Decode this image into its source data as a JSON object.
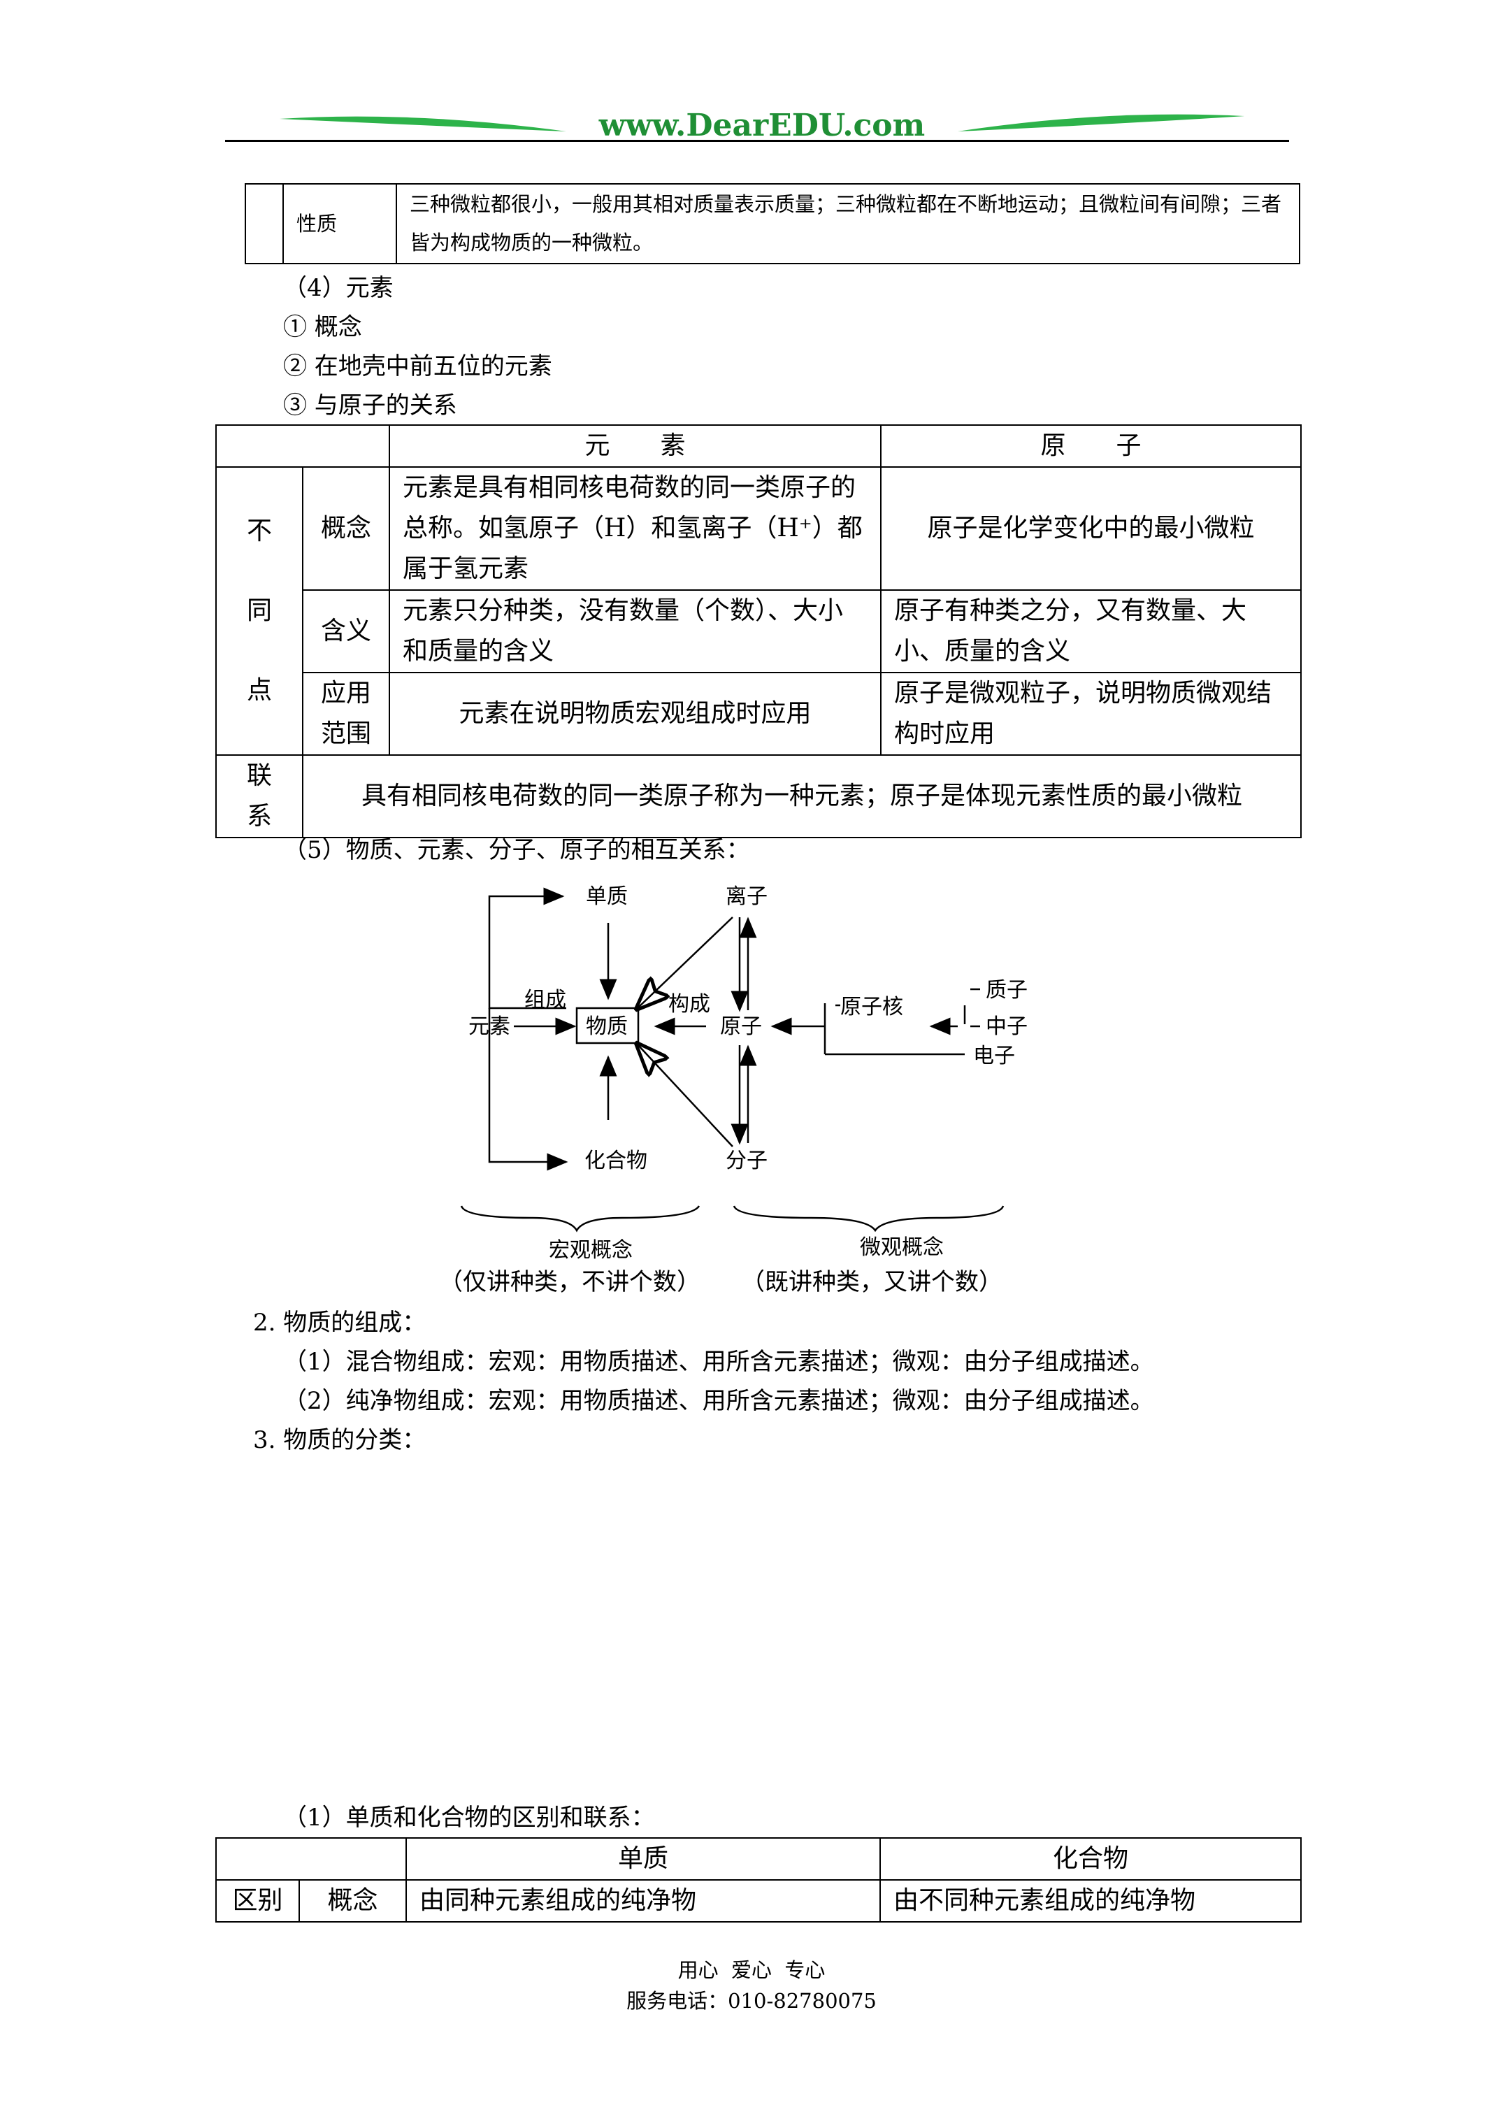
{
  "header": {
    "logo_text": "www.DearEDU.com"
  },
  "table_props": {
    "label": "性质",
    "text": "三种微粒都很小，一般用其相对质量表示质量；三种微粒都在不断地运动；且微粒间有间隙；三者皆为构成物质的一种微粒。"
  },
  "section4": {
    "title": "（4）元素",
    "items": [
      "① 概念",
      "② 在地壳中前五位的元素",
      "③ 与原子的关系"
    ]
  },
  "table_element_atom": {
    "head": {
      "element": "元　　素",
      "atom": "原　　子"
    },
    "group_label": "不同点",
    "rows": [
      {
        "label": "概念",
        "element": "元素是具有相同核电荷数的同一类原子的总称。如氢原子（H）和氢离子（H⁺）都属于氢元素",
        "atom": "原子是化学变化中的最小微粒"
      },
      {
        "label": "含义",
        "element": "元素只分种类，没有数量（个数）、大小和质量的含义",
        "atom": "原子有种类之分，又有数量、大小、质量的含义"
      },
      {
        "label": "应用范围",
        "element": "元素在说明物质宏观组成时应用",
        "atom": "原子是微观粒子，说明物质微观结构时应用"
      }
    ],
    "link_label": "联系",
    "link_text": "具有相同核电荷数的同一类原子称为一种元素；原子是体现元素性质的最小微粒"
  },
  "section5": {
    "title": "（5）物质、元素、分子、原子的相互关系："
  },
  "diagram": {
    "element": "元素",
    "simple": "单质",
    "substance": "物质",
    "compound": "化合物",
    "ion": "离子",
    "atom": "原子",
    "molecule": "分子",
    "nucleus": "原子核",
    "proton": "质子",
    "neutron": "中子",
    "electron": "电子",
    "compose": "组成",
    "construct": "构成",
    "macro": "宏观概念",
    "micro": "微观概念",
    "macro_note": "（仅讲种类，不讲个数）",
    "micro_note": "（既讲种类，又讲个数）"
  },
  "section2": {
    "title": "2. 物质的组成：",
    "lines": [
      "（1）混合物组成：宏观：用物质描述、用所含元素描述；微观：由分子组成描述。",
      "（2）纯净物组成：宏观：用物质描述、用所含元素描述；微观：由分子组成描述。"
    ]
  },
  "section3": {
    "title": "3. 物质的分类："
  },
  "section3_1": {
    "title": "（1）单质和化合物的区别和联系："
  },
  "table_simple_compound": {
    "head": {
      "simple": "单质",
      "compound": "化合物"
    },
    "row": {
      "group": "区别",
      "label": "概念",
      "simple": "由同种元素组成的纯净物",
      "compound": "由不同种元素组成的纯净物"
    }
  },
  "footer": {
    "line1": "用心  爱心  专心",
    "line2": "服务电话：010-82780075"
  }
}
